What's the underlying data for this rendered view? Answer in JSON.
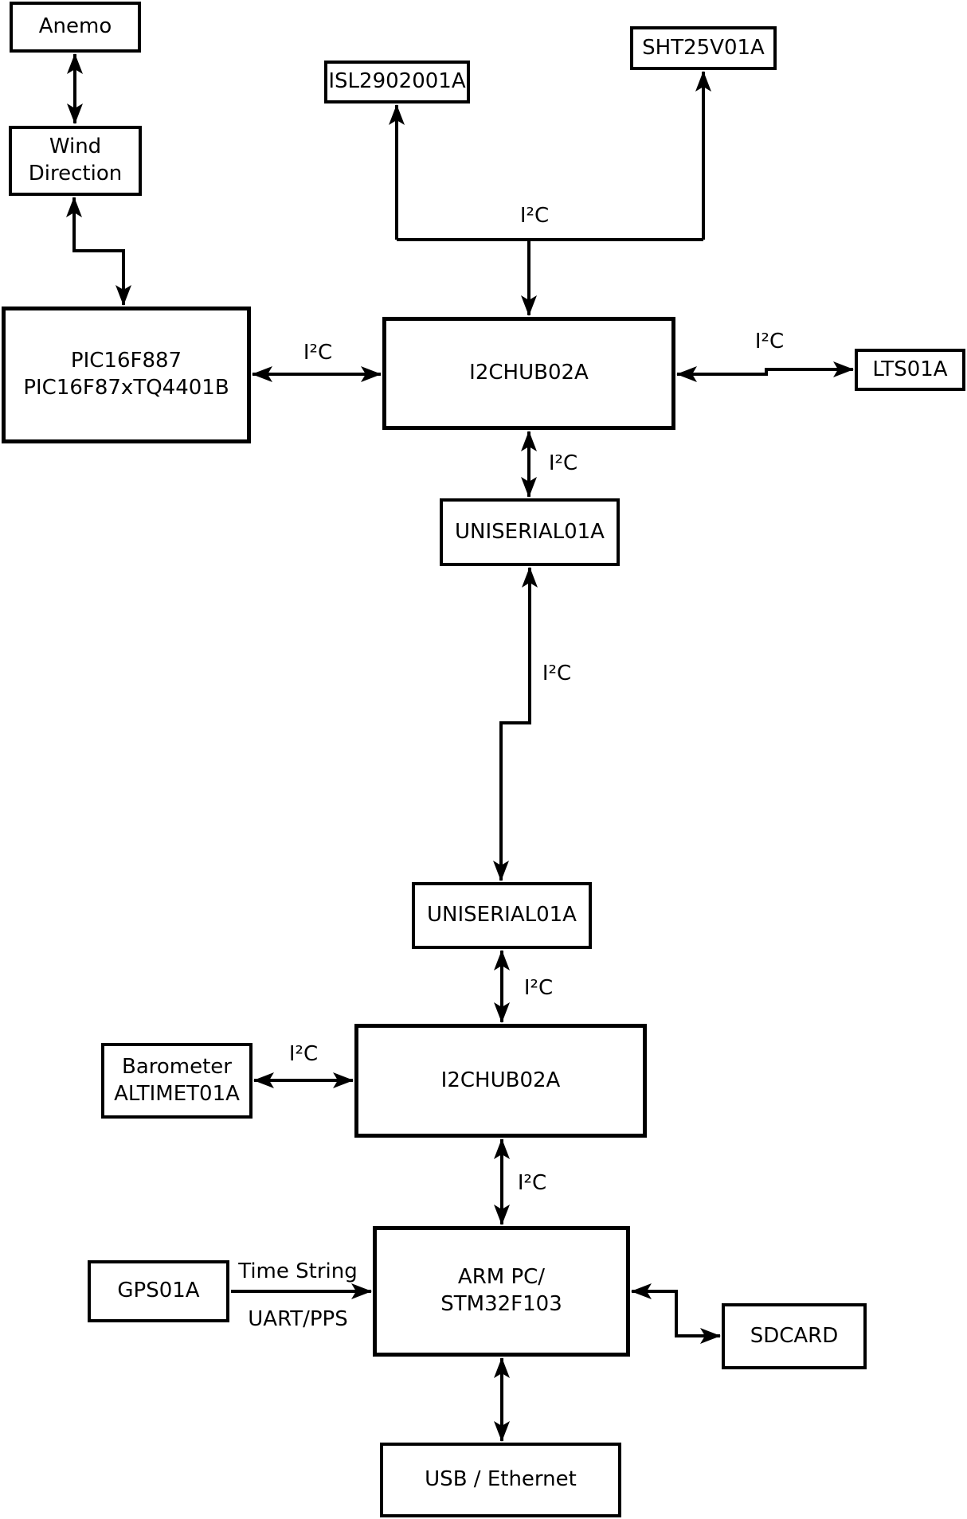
{
  "diagram_type": "hardware-block-diagram",
  "colors": {
    "background": "#ffffff",
    "line": "#000000",
    "box_border": "#000000",
    "text": "#000000"
  },
  "nodes": [
    {
      "id": "anemo",
      "label": "Anemo"
    },
    {
      "id": "wind",
      "label": "Wind\nDirection"
    },
    {
      "id": "pic",
      "label": "PIC16F887\nPIC16F87xTQ4401B"
    },
    {
      "id": "isl",
      "label": "ISL2902001A"
    },
    {
      "id": "sht",
      "label": "SHT25V01A"
    },
    {
      "id": "hub1",
      "label": "I2CHUB02A"
    },
    {
      "id": "lts",
      "label": "LTS01A"
    },
    {
      "id": "uniserial1",
      "label": "UNISERIAL01A"
    },
    {
      "id": "uniserial2",
      "label": "UNISERIAL01A"
    },
    {
      "id": "hub2",
      "label": "I2CHUB02A"
    },
    {
      "id": "barometer",
      "label": "Barometer\nALTIMET01A"
    },
    {
      "id": "armpc",
      "label": "ARM PC/\nSTM32F103"
    },
    {
      "id": "gps",
      "label": "GPS01A"
    },
    {
      "id": "sdcard",
      "label": "SDCARD"
    },
    {
      "id": "usb",
      "label": "USB / Ethernet"
    }
  ],
  "edge_labels": [
    {
      "id": "i2c-top-bus",
      "text": "I²C"
    },
    {
      "id": "i2c-pic-hub1",
      "text": "I²C"
    },
    {
      "id": "i2c-hub1-lts",
      "text": "I²C"
    },
    {
      "id": "i2c-hub1-uniserial1",
      "text": "I²C"
    },
    {
      "id": "i2c-uniserial-link",
      "text": "I²C"
    },
    {
      "id": "i2c-uniserial2-hub2",
      "text": "I²C"
    },
    {
      "id": "i2c-barometer-hub2",
      "text": "I²C"
    },
    {
      "id": "i2c-hub2-armpc",
      "text": "I²C"
    },
    {
      "id": "gps-time-string",
      "text": "Time String"
    },
    {
      "id": "gps-uart-pps",
      "text": "UART/PPS"
    }
  ]
}
